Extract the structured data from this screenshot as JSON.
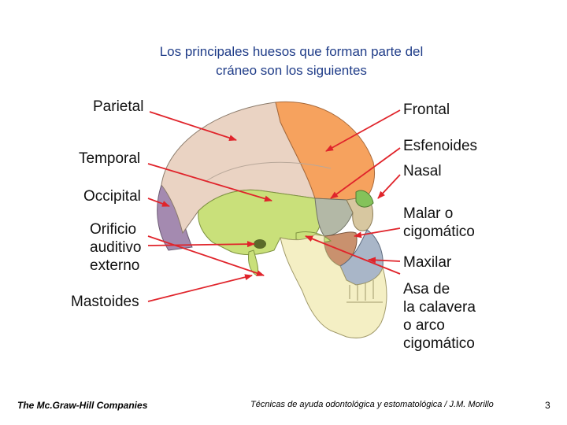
{
  "slide": {
    "title_lines": [
      "Los principales huesos que forman parte del",
      "cráneo son los siguientes"
    ],
    "labels_left": {
      "parietal": "Parietal",
      "temporal": "Temporal",
      "occipital": "Occipital",
      "orificio": [
        "Orificio",
        "auditivo",
        "externo"
      ],
      "mastoides": "Mastoides"
    },
    "labels_right": {
      "frontal": "Frontal",
      "esfenoides": "Esfenoides",
      "nasal": "Nasal",
      "malar": [
        "Malar o",
        "cigomático"
      ],
      "maxilar": "Maxilar",
      "asa": [
        "Asa de",
        "la calavera",
        "o arco",
        "cigomático"
      ]
    },
    "footer": {
      "publisher": "The Mc.Graw-Hill Companies",
      "course": "Técnicas de ayuda odontológica y estomatológica / J.M. Morillo",
      "page": "3"
    },
    "colors": {
      "title": "#1f3c88",
      "arrow": "#e0242b",
      "parietal": "#ead3c3",
      "frontal": "#f6a25e",
      "temporal": "#c9e07a",
      "occipital": "#a48ab0",
      "sphenoid": "#b3b8a6",
      "maxilla": "#a9b6c8",
      "zygomatic": "#c9916e",
      "nasal": "#84c25a",
      "teeth": "#f4efc4"
    }
  }
}
